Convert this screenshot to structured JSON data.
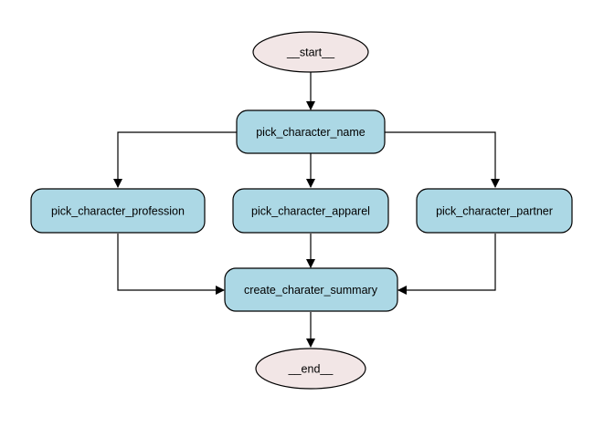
{
  "colors": {
    "terminal_fill": "#f2e6e6",
    "node_fill": "#acd8e5",
    "stroke": "#000000",
    "background": "#ffffff"
  },
  "nodes": {
    "start": "__start__",
    "pick_name": "pick_character_name",
    "pick_profession": "pick_character_profession",
    "pick_apparel": "pick_character_apparel",
    "pick_partner": "pick_character_partner",
    "summary": "create_charater_summary",
    "end": "__end__"
  }
}
